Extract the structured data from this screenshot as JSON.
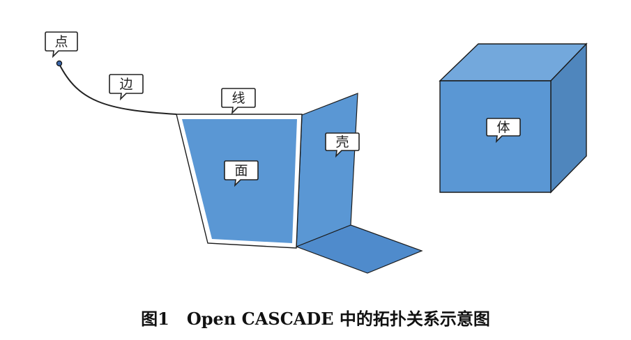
{
  "labels": {
    "vertex": "点",
    "edge": "边",
    "wire": "线",
    "face": "面",
    "shell": "壳",
    "solid": "体"
  },
  "caption": "图1   Open CASCADE 中的拓扑关系示意图",
  "colors": {
    "face_fill": "#5a97d4",
    "face_dark": "#4a84c2",
    "solid_top": "#73a8dc",
    "solid_side": "#4f86bd",
    "outline": "#1b1b1b",
    "callout_bg": "#ffffff"
  }
}
